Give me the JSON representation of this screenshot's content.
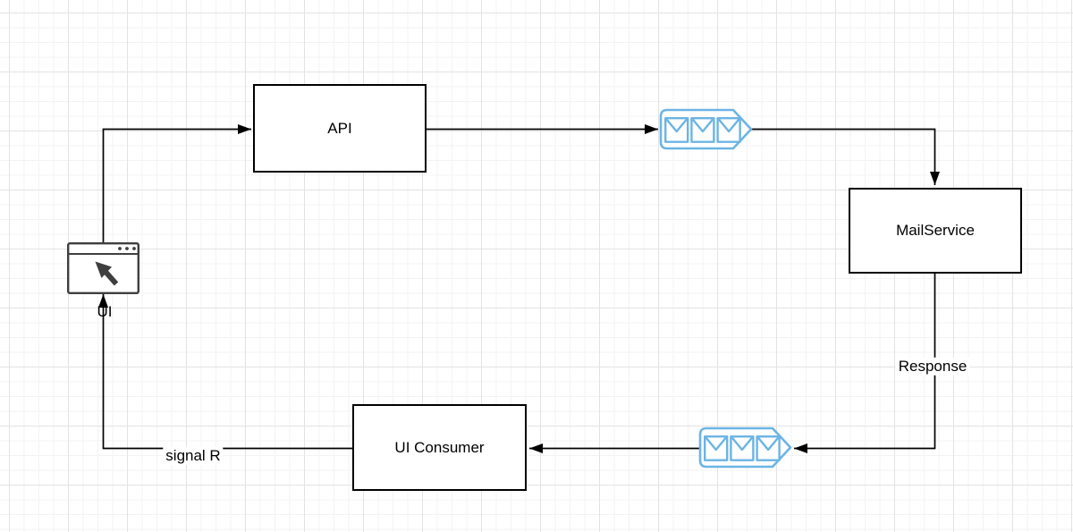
{
  "nodes": {
    "api": {
      "label": "API"
    },
    "mail_service": {
      "label": "MailService"
    },
    "ui_consumer": {
      "label": "UI Consumer"
    },
    "ui_browser": {
      "label": "UI"
    }
  },
  "edges": {
    "response": {
      "label": "Response"
    },
    "signal_r": {
      "label": "signal R"
    }
  },
  "icons": {
    "queue_top": "message-queue-icon",
    "queue_bottom": "message-queue-icon",
    "ui_browser": "browser-window-icon",
    "cursor": "cursor-arrow-icon",
    "window_dots": "window-menu-dots-icon"
  },
  "colors": {
    "connector": "#000000",
    "node_border": "#000000",
    "node_fill": "#ffffff",
    "queue_stroke": "#6CB4E4",
    "icon_stroke": "#3F3F3F",
    "label_background": "#ffffff",
    "canvas_background": "#ffffff",
    "grid_minor": "#f3f3f3",
    "grid_major": "#e3e3e3"
  }
}
